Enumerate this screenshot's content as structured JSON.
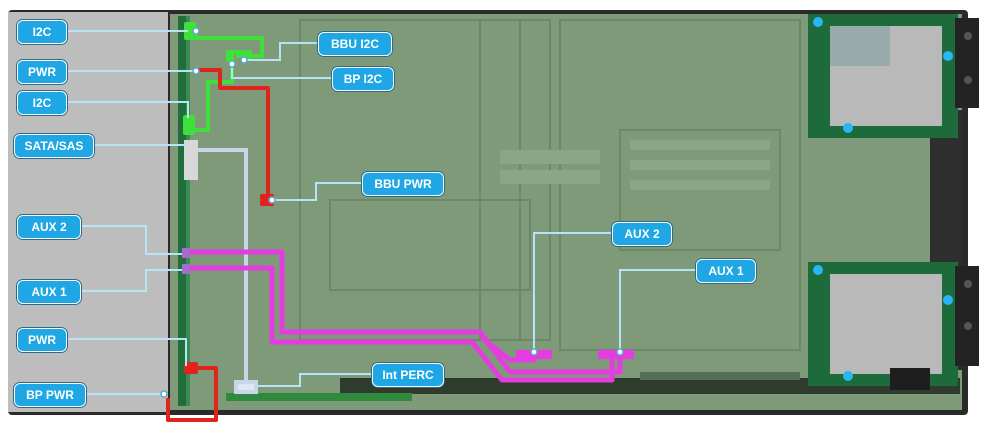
{
  "labels": {
    "left_i2c_top": "I2C",
    "left_pwr_top": "PWR",
    "left_i2c_mid": "I2C",
    "left_sata_sas": "SATA/SAS",
    "left_aux2": "AUX 2",
    "left_aux1": "AUX 1",
    "left_pwr_bottom": "PWR",
    "left_bp_pwr": "BP PWR",
    "bbu_i2c": "BBU I2C",
    "bp_i2c": "BP I2C",
    "bbu_pwr": "BBU PWR",
    "right_aux2": "AUX 2",
    "right_aux1": "AUX 1",
    "int_perc": "Int PERC"
  },
  "colors": {
    "i2c_cable": "#3fe03a",
    "power_cable": "#e0241b",
    "aux_cable": "#e43ce0",
    "sata_cable": "#c9d6ea",
    "callout_fill": "#1ea7e4",
    "board": "#7f9a78",
    "backplane": "#bdbdbd"
  }
}
